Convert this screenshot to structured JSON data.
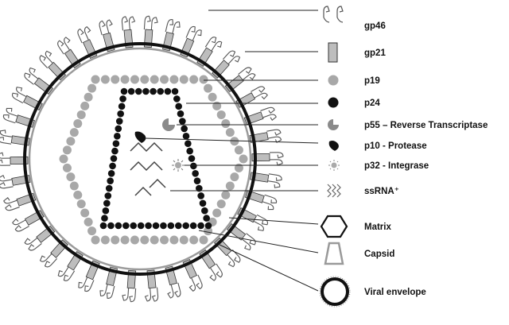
{
  "diagram": {
    "type": "labeled-structure",
    "subject": "virus particle cross-section",
    "colors": {
      "envelope": "#111111",
      "membrane_inner": "#9a9a9a",
      "gp21_fill": "#bdbdbd",
      "p19_fill": "#a8a8a8",
      "p24_fill": "#111111",
      "leader_line": "#222222"
    },
    "legend": [
      {
        "key": "gp46",
        "label": "gp46",
        "icon": "gp46-icon"
      },
      {
        "key": "gp21",
        "label": "gp21",
        "icon": "gp21-icon"
      },
      {
        "key": "p19",
        "label": "p19",
        "icon": "p19-icon"
      },
      {
        "key": "p24",
        "label": "p24",
        "icon": "p24-icon"
      },
      {
        "key": "p55",
        "label": "p55 – Reverse Transcriptase",
        "icon": "p55-icon"
      },
      {
        "key": "p10",
        "label": "p10 - Protease",
        "icon": "p10-icon"
      },
      {
        "key": "p32",
        "label": "p32 - Integrase",
        "icon": "p32-icon"
      },
      {
        "key": "ssrna",
        "label": "ssRNA⁺",
        "icon": "ssrna-icon"
      },
      {
        "key": "matrix",
        "label": "Matrix",
        "icon": "matrix-icon"
      },
      {
        "key": "capsid",
        "label": "Capsid",
        "icon": "capsid-icon"
      },
      {
        "key": "envelope",
        "label": "Viral envelope",
        "icon": "viral-envelope-icon"
      }
    ]
  }
}
